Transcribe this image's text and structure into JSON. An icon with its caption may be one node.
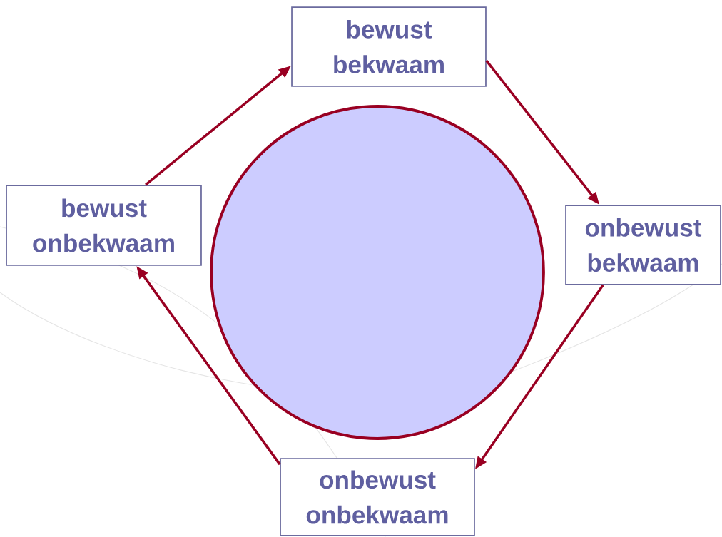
{
  "diagram": {
    "nodes": [
      {
        "text": [
          "bewust bekwaam"
        ]
      },
      {
        "text": [
          "onbewust bekwaam"
        ]
      },
      {
        "text": [
          "onbewust onbekwaam"
        ]
      },
      {
        "text": [
          "bewust onbekwaam"
        ]
      },
      {
        "text": [],
        "shape": "circle"
      }
    ],
    "edges": [
      {
        "from": 0,
        "to": 1,
        "arrow": "to"
      },
      {
        "from": 1,
        "to": 2,
        "arrow": "to"
      },
      {
        "from": 2,
        "to": 3,
        "arrow": "to"
      },
      {
        "from": 3,
        "to": 0,
        "arrow": "to"
      }
    ]
  }
}
